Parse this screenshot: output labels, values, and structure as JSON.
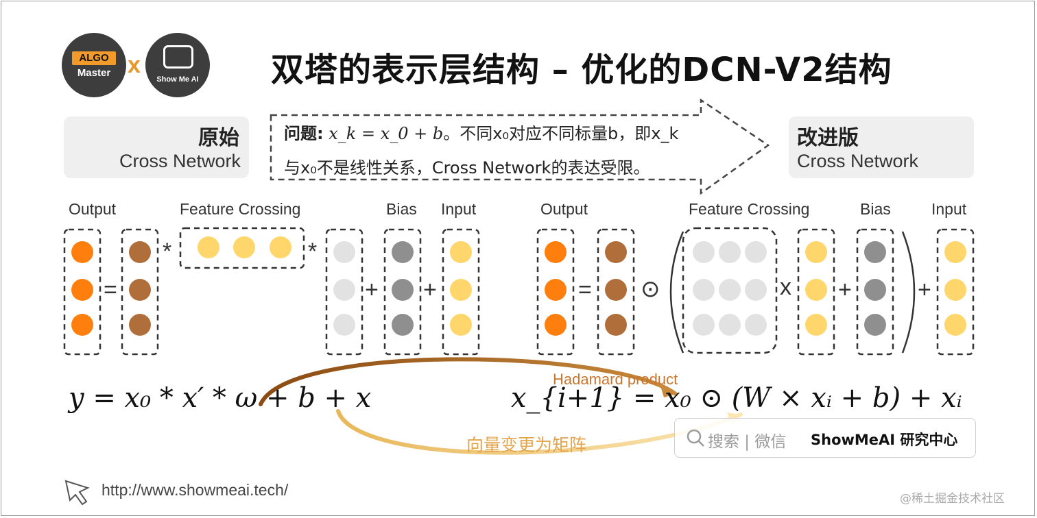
{
  "title": "双塔的表示层结构 – 优化的DCN-V2结构",
  "logos": {
    "algo_tag": "ALGO",
    "algo_sub": "Master",
    "separator": "x",
    "showmeai_sub": "Show Me AI"
  },
  "left_panel": {
    "title": "原始",
    "subtitle": "Cross Network"
  },
  "right_panel": {
    "title": "改进版",
    "subtitle": "Cross Network"
  },
  "problem": {
    "label": "问题:",
    "line1_formula": "x_k = x_0 + b",
    "line1_text": "。不同x₀对应不同标量b，即x_k",
    "line2_text": "与x₀不是线性关系，Cross  Network的表达受限。"
  },
  "left_diagram": {
    "headers": {
      "output": "Output",
      "feature": "Feature Crossing",
      "bias": "Bias",
      "input": "Input"
    },
    "ops": [
      "=",
      "*",
      "*",
      "+",
      "+"
    ]
  },
  "right_diagram": {
    "headers": {
      "output": "Output",
      "feature": "Feature Crossing",
      "bias": "Bias",
      "input": "Input"
    },
    "ops": [
      "=",
      "⊙",
      "x",
      "+",
      "+"
    ]
  },
  "formulas": {
    "left": "y = x₀  *  x′  *   ω + b + x",
    "right": "x_{i+1} = x₀ ⊙ (W × xᵢ + b) +  xᵢ"
  },
  "annotations": {
    "hadamard": "Hadamard product",
    "vector_to_matrix": "向量变更为矩阵"
  },
  "watermark": {
    "text": "搜索 | 微信",
    "brand": "ShowMeAI 研究中心"
  },
  "url": "http://www.showmeai.tech/",
  "credit": "@稀土掘金技术社区",
  "colors": {
    "output": "#ff7f0e",
    "feature_brown": "#b06f3a",
    "feature_light": "#ffd66b",
    "bias": "#8f8f8f",
    "input": "#ffd66b",
    "matrix": "#e2e2e2",
    "arrow_brown": "#a65e1f",
    "arrow_gold": "#f2c86b"
  }
}
